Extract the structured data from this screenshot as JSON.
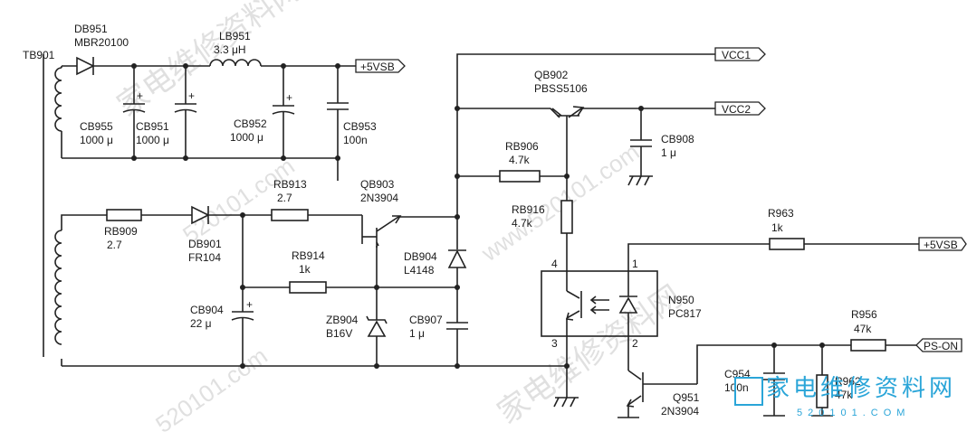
{
  "transformer": {
    "ref": "TB901"
  },
  "components": {
    "DB951": {
      "ref": "DB951",
      "value": "MBR20100"
    },
    "LB951": {
      "ref": "LB951",
      "value": "3.3 μH"
    },
    "CB955": {
      "ref": "CB955",
      "value": "1000 μ"
    },
    "CB951": {
      "ref": "CB951",
      "value": "1000 μ"
    },
    "CB952": {
      "ref": "CB952",
      "value": "1000 μ"
    },
    "CB953": {
      "ref": "CB953",
      "value": "100n"
    },
    "RB909": {
      "ref": "RB909",
      "value": "2.7"
    },
    "DB901": {
      "ref": "DB901",
      "value": "FR104"
    },
    "RB913": {
      "ref": "RB913",
      "value": "2.7"
    },
    "QB903": {
      "ref": "QB903",
      "value": "2N3904"
    },
    "RB914": {
      "ref": "RB914",
      "value": "1k"
    },
    "CB904": {
      "ref": "CB904",
      "value": "22 μ"
    },
    "ZB904": {
      "ref": "ZB904",
      "value": "B16V"
    },
    "DB904": {
      "ref": "DB904",
      "value": "L4148"
    },
    "CB907": {
      "ref": "CB907",
      "value": "1 μ"
    },
    "QB902": {
      "ref": "QB902",
      "value": "PBSS5106"
    },
    "RB906": {
      "ref": "RB906",
      "value": "4.7k"
    },
    "RB916": {
      "ref": "RB916",
      "value": "4.7k"
    },
    "CB908": {
      "ref": "CB908",
      "value": "1 μ"
    },
    "R963": {
      "ref": "R963",
      "value": "1k"
    },
    "N950": {
      "ref": "N950",
      "value": "PC817"
    },
    "R956": {
      "ref": "R956",
      "value": "47k"
    },
    "C954": {
      "ref": "C954",
      "value": "100n"
    },
    "R962": {
      "ref": "R962",
      "value": "47k"
    },
    "Q951": {
      "ref": "Q951",
      "value": "2N3904"
    }
  },
  "pins": {
    "p4": "4",
    "p1": "1",
    "p3": "3",
    "p2": "2"
  },
  "nets": {
    "vsb_top": "+5VSB",
    "vcc1": "VCC1",
    "vcc2": "VCC2",
    "vsb_right": "+5VSB",
    "ps_on": "PS-ON"
  },
  "watermarks": {
    "cn": "家电维修资料网",
    "url": "www.520101.com",
    "num": "520101.com"
  },
  "logo": {
    "text": "家电维修资料网",
    "sub": "520101.COM"
  },
  "colors": {
    "line": "#222222",
    "watermark": "#c8c8c8",
    "logo": "#2aa5d8"
  }
}
